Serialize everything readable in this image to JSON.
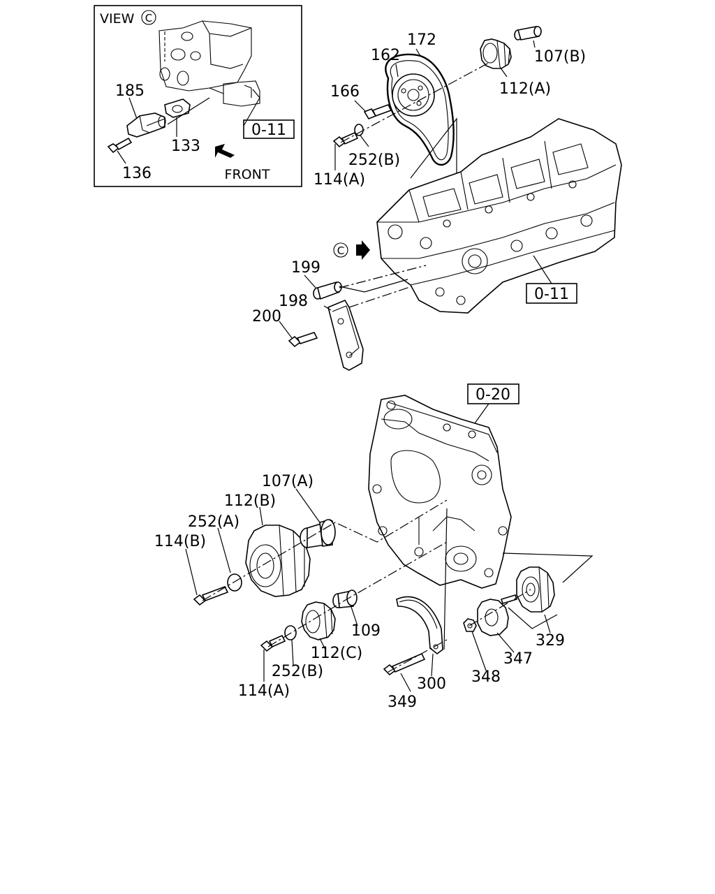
{
  "view_box": {
    "title": "VIEW",
    "marker": "C",
    "direction_label": "FRONT",
    "ref": "0-11",
    "parts": [
      "185",
      "133",
      "136"
    ]
  },
  "section_marker": "C",
  "references": [
    "0-11",
    "0-20"
  ],
  "callouts": {
    "p172": "172",
    "p162": "162",
    "p166": "166",
    "p252b_top": "252(B)",
    "p114a_top": "114(A)",
    "p107b": "107(B)",
    "p112a": "112(A)",
    "p199": "199",
    "p198": "198",
    "p200": "200",
    "p107a": "107(A)",
    "p112b": "112(B)",
    "p252a": "252(A)",
    "p114b": "114(B)",
    "p109": "109",
    "p112c": "112(C)",
    "p252b_bot": "252(B)",
    "p114a_bot": "114(A)",
    "p300": "300",
    "p349": "349",
    "p348": "348",
    "p347": "347",
    "p329": "329"
  }
}
